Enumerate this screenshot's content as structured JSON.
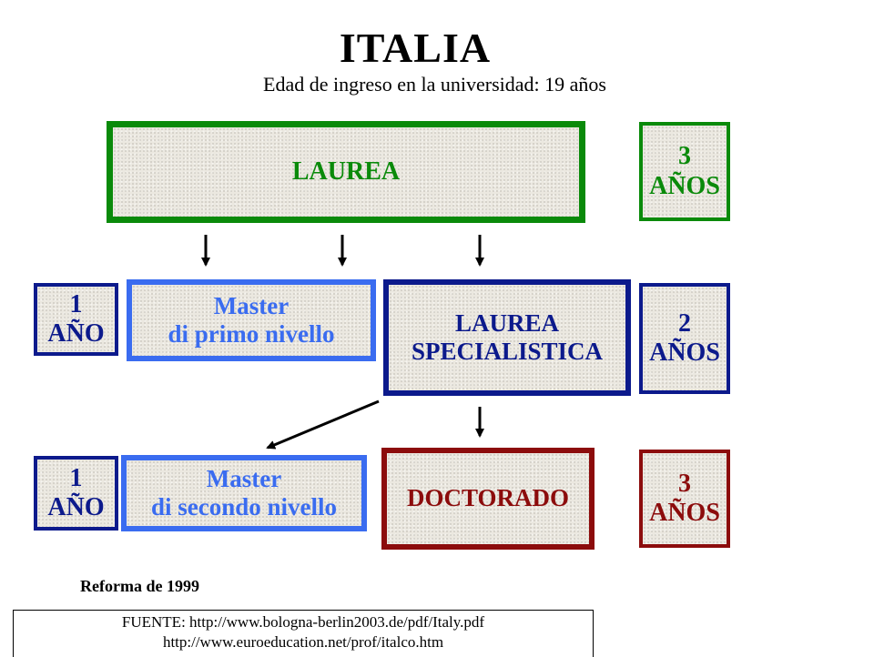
{
  "header": {
    "title": "ITALIA",
    "subtitle": "Edad de ingreso en la universidad: 19 años"
  },
  "boxes": {
    "laurea": "LAUREA",
    "laurea_duration": {
      "num": "3",
      "unit": "AÑOS"
    },
    "master1_duration": {
      "num": "1",
      "unit": "AÑO"
    },
    "master1": {
      "line1": "Master",
      "line2": "di primo nivello"
    },
    "specialistica": {
      "line1": "LAUREA",
      "line2": "SPECIALISTICA"
    },
    "specialistica_duration": {
      "num": "2",
      "unit": "AÑOS"
    },
    "master2_duration": {
      "num": "1",
      "unit": "AÑO"
    },
    "master2": {
      "line1": "Master",
      "line2": "di secondo nivello"
    },
    "doctorado": "DOCTORADO",
    "doctorado_duration": {
      "num": "3",
      "unit": "AÑOS"
    }
  },
  "footer": {
    "reforma": "Reforma de 1999",
    "fuente_line1": "FUENTE: http://www.bologna-berlin2003.de/pdf/Italy.pdf",
    "fuente_line2": "http://www.euroeducation.net/prof/italco.htm"
  },
  "colors": {
    "green": "#0a8a0a",
    "dark_blue": "#0c1a8c",
    "light_blue": "#3a6cf0",
    "dark_red": "#8c0c0c",
    "box_fill": "#ebe8e0"
  }
}
